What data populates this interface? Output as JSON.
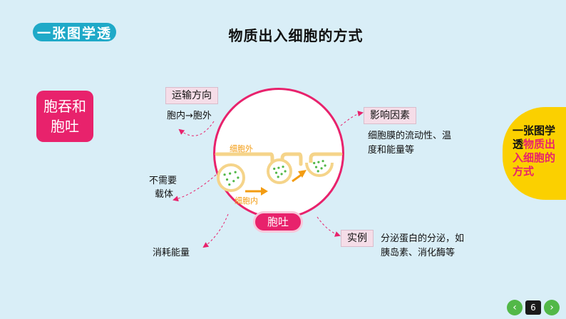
{
  "header": {
    "badge": "一张图学透",
    "title": "物质出入细胞的方式"
  },
  "topic": {
    "line1": "胞吞和",
    "line2": "胞吐"
  },
  "diagram": {
    "outside_label": "细胞外",
    "inside_label": "细胞内",
    "process_label": "胞吐",
    "direction": {
      "title": "运输方向",
      "text": "胞内→胞外"
    },
    "factors": {
      "title": "影响因素",
      "line1": "细胞膜的流动性、温",
      "line2": "度和能量等"
    },
    "carrier": {
      "line1": "不需要",
      "line2": "载体"
    },
    "energy": "消耗能量",
    "examples": {
      "title": "实例",
      "line1": "分泌蛋白的分泌，如",
      "line2": "胰岛素、消化酶等"
    }
  },
  "side_tab": {
    "p1": "一张图学",
    "p2a": "透",
    "p2b": "物质出",
    "p3": "入细胞的",
    "p4": "方式"
  },
  "pager": {
    "prev": "‹",
    "page": "6",
    "next": "›"
  },
  "colors": {
    "accent": "#e8226c",
    "teal": "#1fa9c8",
    "yellow": "#fbd000",
    "membrane": "#f5d48a",
    "vesicle_dot": "#52b848"
  }
}
